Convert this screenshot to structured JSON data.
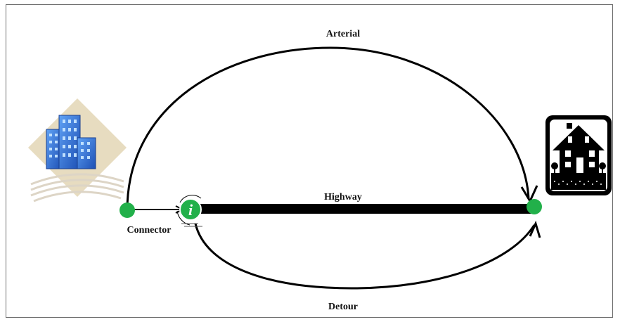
{
  "labels": {
    "arterial": "Arterial",
    "highway": "Highway",
    "connector": "Connector",
    "detour": "Detour",
    "info_glyph": "i"
  },
  "icons": {
    "origin": "office-buildings-icon",
    "destination": "house-icon",
    "info": "info-icon"
  },
  "colors": {
    "node": "#22b04a",
    "route": "#000000",
    "buildings": "#2f6fd6",
    "buildings_backdrop": "#e7dcc0",
    "house": "#000000"
  }
}
